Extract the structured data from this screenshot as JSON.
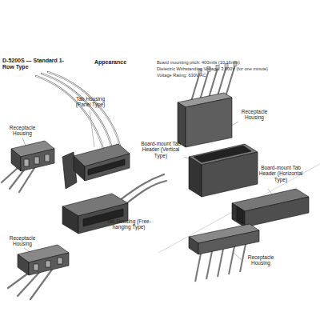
{
  "diagram": {
    "title": "D-5200S — Standard 1-Row Type",
    "labels": [
      "Appearance",
      "Board mounting pitch: 400mils (10.16mm)",
      "Dielectric Withstanding Voltage: 3,000V (for one minute)",
      "Voltage Rating: 630V AC",
      "Tab Housing (Panel Type)",
      "Receptacle Housing",
      "Tab Housing (Free-hanging Type)",
      "Receptacle Housing",
      "Receptacle Housing",
      "Board-mount Tab Header (Vertical Type)",
      "Board-mount Tab Header (Horizontal Type)",
      "Receptacle Housing"
    ]
  }
}
